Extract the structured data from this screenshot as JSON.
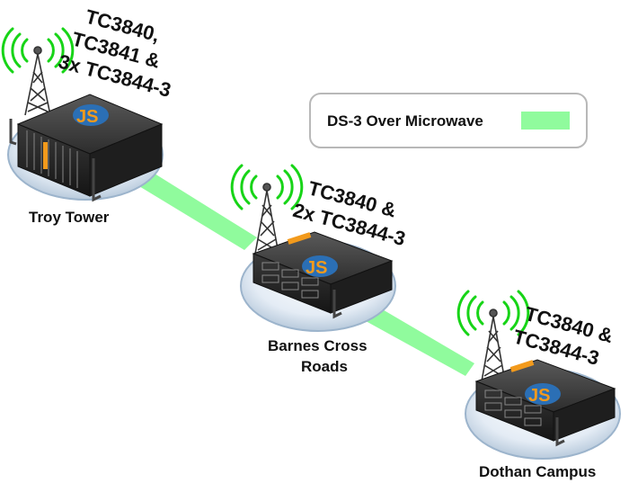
{
  "legend": {
    "label": "DS-3 Over Microwave",
    "link_color": "#7dfa8c"
  },
  "sites": [
    {
      "name": "Troy Tower",
      "models": [
        "TC3840,",
        "TC3841 &",
        "3x TC3844-3"
      ]
    },
    {
      "name_lines": [
        "Barnes Cross",
        "Roads"
      ],
      "models": [
        "TC3840 &",
        "2x TC3844-3"
      ]
    },
    {
      "name": "Dothan Campus",
      "models": [
        "TC3840 &",
        "TC3844-3"
      ]
    }
  ],
  "logo_text": "JS",
  "colors": {
    "signal": "#17d417",
    "platform_edge": "#9cb4cc",
    "platform_fill": "#e9eff6",
    "chassis": "#2a2a2a",
    "logo_blue": "#2b6fb5",
    "logo_orange": "#f29a1c"
  }
}
